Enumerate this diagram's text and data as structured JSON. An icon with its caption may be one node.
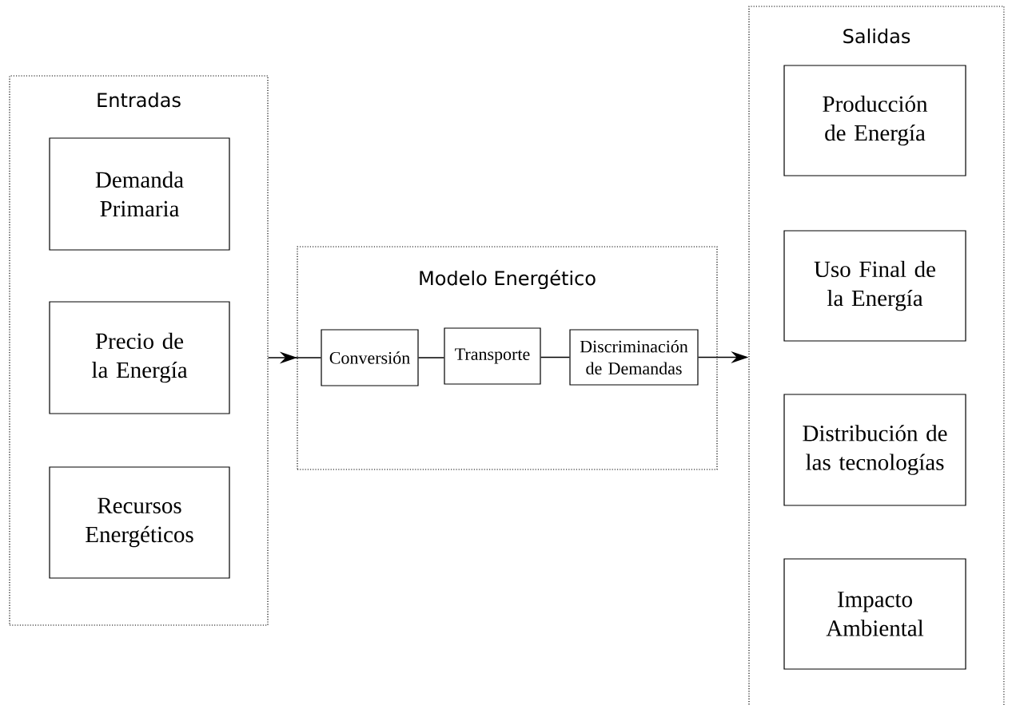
{
  "diagram": {
    "nodes": [
      {
        "text": [
          "Entradas"
        ]
      },
      {
        "text": [
          "Demanda Primaria"
        ],
        "in": 0
      },
      {
        "text": [
          "Precio de la Energía"
        ],
        "in": 0
      },
      {
        "text": [
          "Recursos Energéticos"
        ],
        "in": 0
      },
      {
        "text": [
          "Modelo Energético"
        ]
      },
      {
        "text": [
          "Conversión"
        ],
        "in": 4
      },
      {
        "text": [
          "Transporte"
        ],
        "in": 4
      },
      {
        "text": [
          "Discriminación de Demandas"
        ],
        "in": 4
      },
      {
        "text": [
          "Salidas"
        ]
      },
      {
        "text": [
          "Producción de Energía"
        ],
        "in": 8
      },
      {
        "text": [
          "Uso Final de la Energía"
        ],
        "in": 8
      },
      {
        "text": [
          "Distribución de las tecnologías"
        ],
        "in": 8
      },
      {
        "text": [
          "Impacto Ambiental"
        ],
        "in": 8
      }
    ],
    "edges": [
      {
        "from": 0,
        "to": 5,
        "arrow": "to"
      },
      {
        "from": 5,
        "to": 6,
        "arrow": "none"
      },
      {
        "from": 6,
        "to": 7,
        "arrow": "none"
      },
      {
        "from": 7,
        "to": 8,
        "arrow": "to"
      }
    ]
  }
}
